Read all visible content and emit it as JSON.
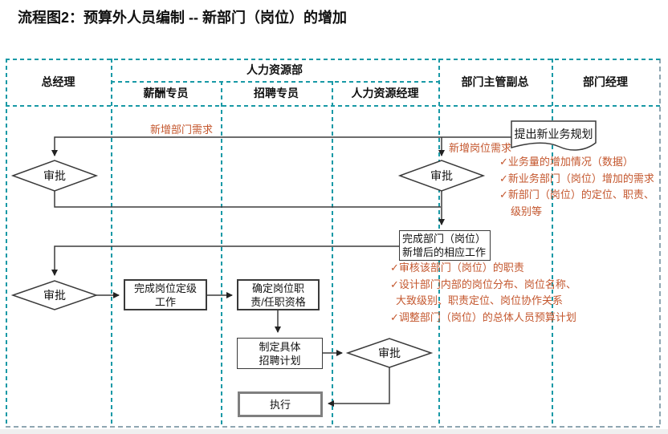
{
  "title": "流程图2：预算外人员编制 -- 新部门（岗位）的增加",
  "colors": {
    "line_teal": "#1899A6",
    "line_gray": "#8FA6B2",
    "annotation_red": "#C4572E",
    "connector": "#3c3c3c"
  },
  "lanes": {
    "general_manager": "总经理",
    "hr_department": "人力资源部",
    "compensation_specialist": "薪酬专员",
    "recruitment_specialist": "招聘专员",
    "hr_manager": "人力资源经理",
    "division_vp": "部门主管副总",
    "department_manager": "部门经理"
  },
  "nodes": {
    "propose_plan": "提出新业务规划",
    "approve_top_gm": "审批",
    "approve_top_hr": "审批",
    "approve_mid_gm": "审批",
    "approve_recruit": "审批",
    "complete_followup_line1": "完成部门（岗位）",
    "complete_followup_line2": "新增后的相应工作",
    "complete_grading_line1": "完成岗位定级",
    "complete_grading_line2": "工作",
    "define_duties_line1": "确定岗位职",
    "define_duties_line2": "责/任职资格",
    "recruit_plan_line1": "制定具体",
    "recruit_plan_line2": "招聘计划",
    "execute": "执行"
  },
  "edge_labels": {
    "new_department_demand": "新增部门需求",
    "new_position_demand": "新增岗位需求"
  },
  "annotations": {
    "plan_details": {
      "lines": [
        "✓业务量的增加情况（数据）",
        "✓新业务部门（岗位）增加的需求",
        "✓新部门（岗位）的定位、职责、",
        "级别等"
      ]
    },
    "followup_details": {
      "lines": [
        "✓审核该部门（岗位）的职责",
        "✓设计部门内部的岗位分布、岗位名称、",
        "大致级别、职责定位、岗位协作关系",
        "✓调整部门（岗位）的总体人员预算计划"
      ]
    }
  }
}
